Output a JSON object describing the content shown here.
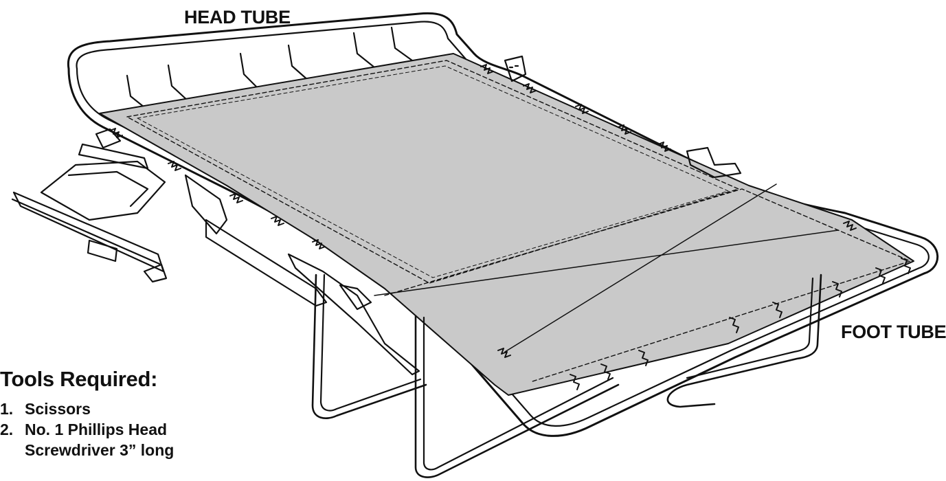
{
  "labels": {
    "head_tube": "HEAD TUBE",
    "foot_tube": "FOOT TUBE"
  },
  "tools": {
    "title": "Tools Required:",
    "items": [
      {
        "number": "1.",
        "text": "Scissors"
      },
      {
        "number": "2.",
        "text": "No. 1 Phillips Head Screwdriver 3” long"
      }
    ]
  },
  "colors": {
    "deck_fill": "#c9c9c9",
    "line": "#111111",
    "background": "#ffffff"
  }
}
